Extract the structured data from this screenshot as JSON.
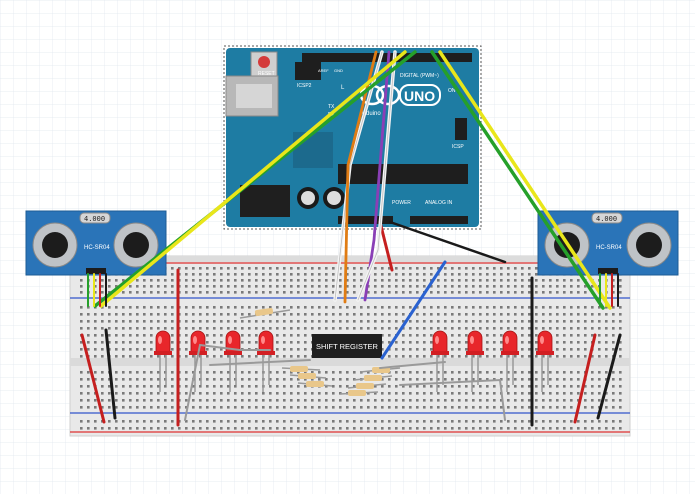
{
  "arduino": {
    "board_name": "UNO",
    "brand": "Arduino",
    "reset_label": "RESET",
    "icsp2_label": "ICSP2",
    "icsp_label": "ICSP",
    "digital_label": "DIGITAL (PWM~)",
    "power_label": "POWER",
    "analog_label": "ANALOG IN",
    "aref_label": "AREF",
    "gnd_label": "GND",
    "tx_label": "TX",
    "rx_label": "RX",
    "l_label": "L",
    "on_label": "ON"
  },
  "sensors": [
    {
      "name": "HC-SR04",
      "crystal": "4.000"
    },
    {
      "name": "HC-SR04",
      "crystal": "4.000"
    }
  ],
  "shift_register": {
    "label": "SHIFT REGISTER"
  },
  "colors": {
    "board": "#1e7ca3",
    "sensor": "#2a74b8",
    "led": "#e8262b",
    "wire_green": "#25a02a",
    "wire_yellow": "#e9e61a",
    "wire_red": "#c51f1f",
    "wire_black": "#1a1a1a",
    "wire_blue": "#2a62d0",
    "wire_orange": "#e07c14",
    "wire_purple": "#8a3fb6",
    "wire_white": "#f4f4f4",
    "wire_grey": "#9a9a9a"
  },
  "leds": {
    "count": 8,
    "color": "red"
  }
}
